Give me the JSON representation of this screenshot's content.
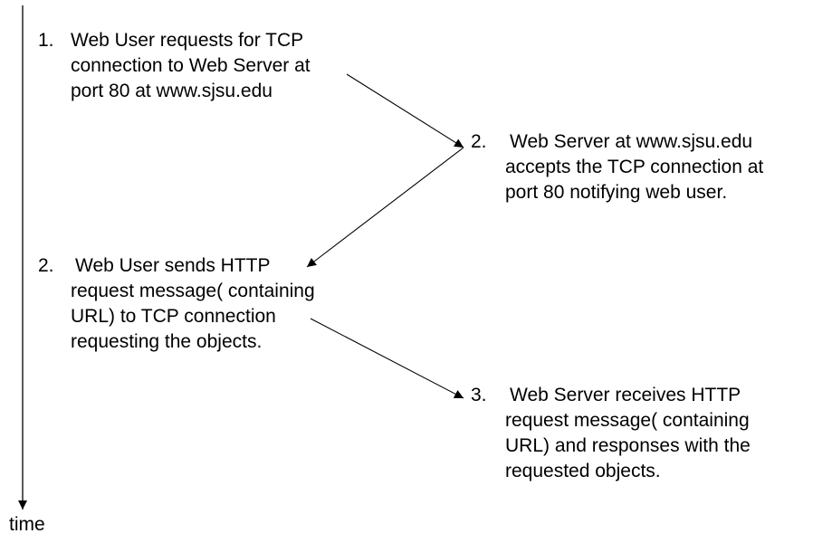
{
  "axis": {
    "label": "time"
  },
  "steps": [
    {
      "id": "step-1",
      "number": "1.",
      "lines": [
        "Web User requests for TCP",
        "connection to Web Server at",
        "port 80 at www.sjsu.edu"
      ]
    },
    {
      "id": "step-2a",
      "number": "2.",
      "lines": [
        "Web Server at www.sjsu.edu",
        "accepts the TCP connection at",
        "port 80 notifying web user."
      ]
    },
    {
      "id": "step-2b",
      "number": "2.",
      "lines": [
        "Web User sends HTTP",
        "request message( containing",
        "URL)  to TCP connection",
        "requesting the objects."
      ]
    },
    {
      "id": "step-3",
      "number": "3.",
      "lines": [
        "Web Server receives HTTP",
        "request message( containing",
        "URL) and responses with the",
        "requested objects."
      ]
    }
  ],
  "colors": {
    "ink": "#000000",
    "background": "#ffffff"
  }
}
